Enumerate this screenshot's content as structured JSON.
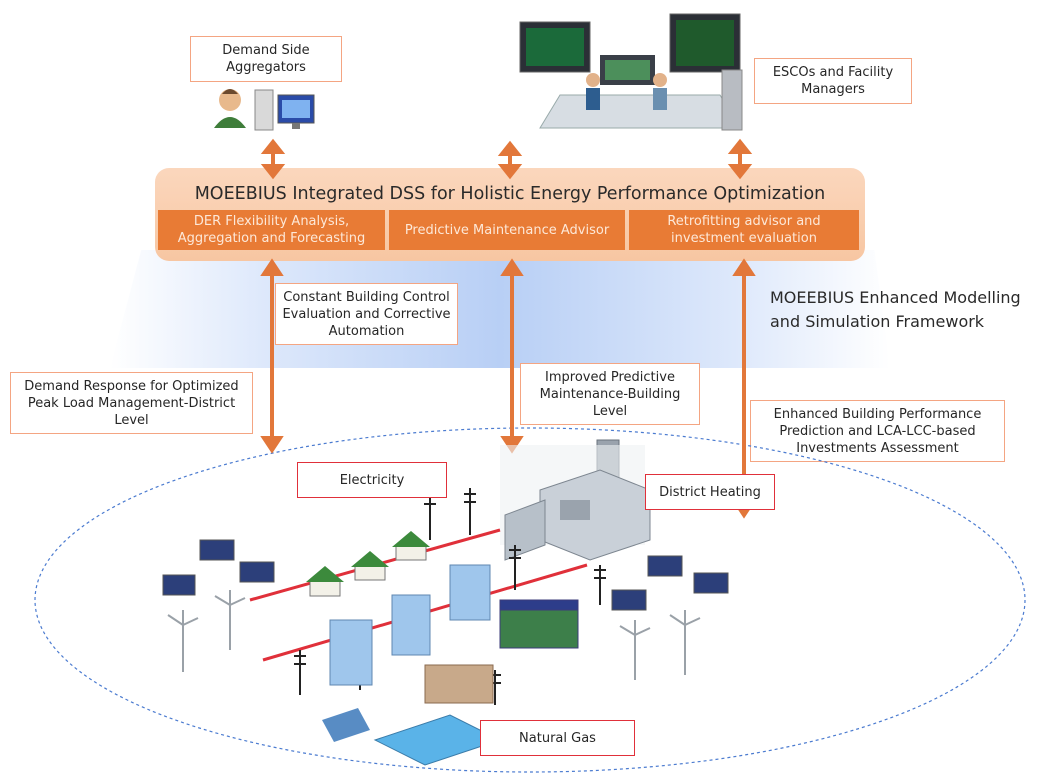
{
  "top_actors": {
    "demand_side": "Demand Side Aggregators",
    "escos": "ESCOs and Facility Managers"
  },
  "dss": {
    "title": "MOEEBIUS Integrated DSS for Holistic Energy Performance Optimization",
    "modules": [
      "DER Flexibility Analysis, Aggregation and Forecasting",
      "Predictive Maintenance Advisor",
      "Retrofitting advisor and investment evaluation"
    ]
  },
  "framework": {
    "title": "MOEEBIUS Enhanced Modelling and Simulation Framework"
  },
  "annotations": {
    "constant_building": "Constant Building Control Evaluation and Corrective Automation",
    "demand_response": "Demand Response for Optimized Peak Load Management-District Level",
    "predictive_maintenance": "Improved Predictive Maintenance-Building Level",
    "enhanced_performance": "Enhanced Building Performance Prediction and LCA-LCC-based Investments Assessment"
  },
  "district_labels": {
    "electricity": "Electricity",
    "district_heating": "District Heating",
    "natural_gas": "Natural Gas"
  },
  "colors": {
    "orange_arrow": "#e2773a",
    "dss_panel": "#f8cba8",
    "subbox": "#e87b35",
    "box_border": "#f4a582",
    "red_label": "#e0303a"
  },
  "icons": [
    "user-computer-icon",
    "control-room-icon",
    "power-plant-icon",
    "solar-panel-icon",
    "wind-turbine-icon",
    "house-icon",
    "office-building-icon",
    "power-pylon-icon",
    "pool-icon"
  ]
}
